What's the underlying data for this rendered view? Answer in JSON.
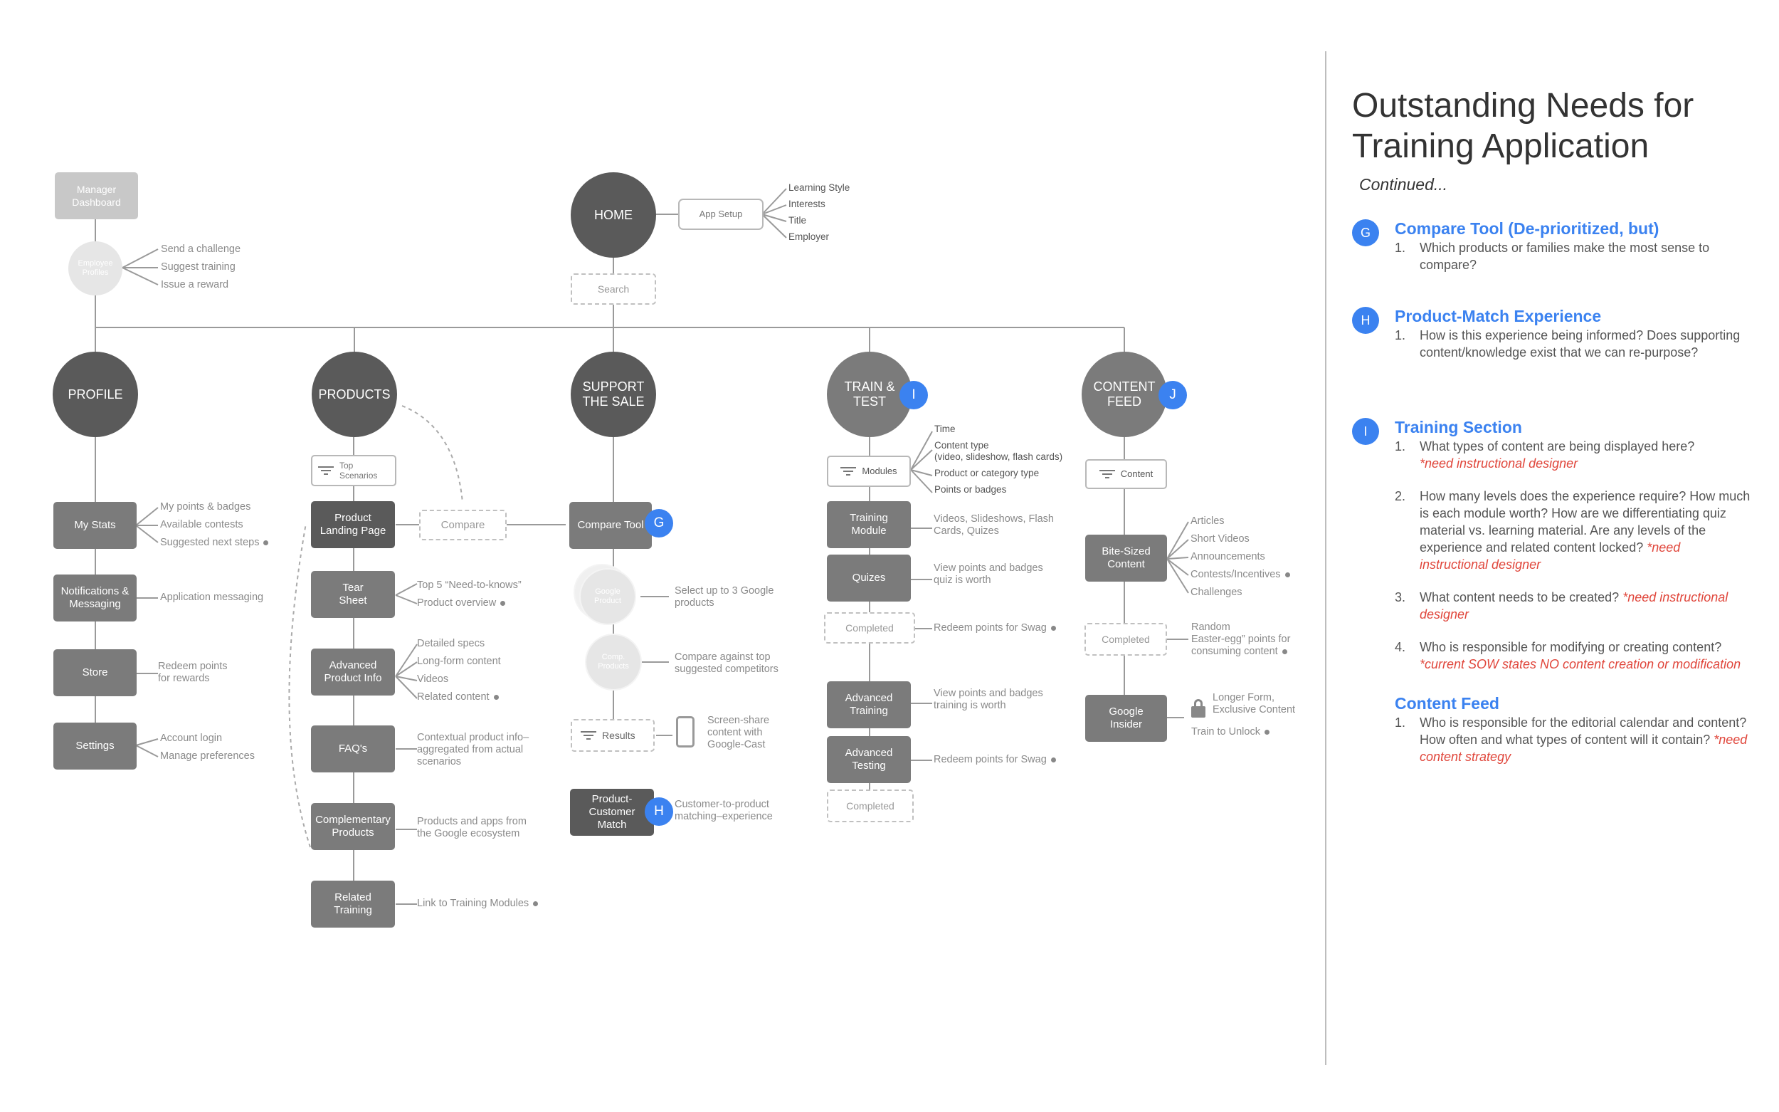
{
  "home": {
    "title": "HOME",
    "app_setup": "App Setup",
    "setup_items": [
      "Learning Style",
      "Interests",
      "Title",
      "Employer"
    ],
    "search": "Search"
  },
  "manager": {
    "dashboard": "Manager\nDashboard",
    "employee_profiles": "Employee\nProfiles",
    "actions": [
      "Send a challenge",
      "Suggest training",
      "Issue a reward"
    ]
  },
  "profile": {
    "title": "PROFILE",
    "items": [
      {
        "label": "My Stats",
        "notes": [
          "My points & badges",
          "Available contests",
          "Suggested next steps"
        ]
      },
      {
        "label": "Notifications &\nMessaging",
        "notes": [
          "Application messaging"
        ]
      },
      {
        "label": "Store",
        "notes": [
          "Redeem points\nfor rewards"
        ]
      },
      {
        "label": "Settings",
        "notes": [
          "Account login",
          "Manage preferences"
        ]
      }
    ]
  },
  "products": {
    "title": "PRODUCTS",
    "top_scenarios": "Top\nScenarios",
    "compare": "Compare",
    "items": [
      {
        "label": "Product\nLanding Page",
        "notes": []
      },
      {
        "label": "Tear\nSheet",
        "notes": [
          "Top 5 “Need-to-knows”",
          "Product overview"
        ]
      },
      {
        "label": "Advanced\nProduct Info",
        "notes": [
          "Detailed specs",
          "Long-form content",
          "Videos",
          "Related content"
        ]
      },
      {
        "label": "FAQ's",
        "notes": [
          "Contextual product info–\naggregated from actual\nscenarios"
        ]
      },
      {
        "label": "Complementary\nProducts",
        "notes": [
          "Products and apps from\nthe Google ecosystem"
        ]
      },
      {
        "label": "Related\nTraining",
        "notes": [
          "Link to Training Modules"
        ]
      }
    ]
  },
  "support": {
    "title": "SUPPORT\nTHE SALE",
    "compare_tool": "Compare Tool",
    "badge_g": "G",
    "google_product": "Google\nProduct",
    "google_product_note": "Select up to 3 Google\nproducts",
    "comp_products": "Comp.\nProducts",
    "comp_note": "Compare against top\nsuggested competitors",
    "results": "Results",
    "screen_share": "Screen-share\ncontent with\nGoogle-Cast",
    "match": "Product-\nCustomer\nMatch",
    "badge_h": "H",
    "match_note": "Customer-to-product\nmatching–experience"
  },
  "train": {
    "title": "TRAIN &\nTEST",
    "badge": "I",
    "modules": "Modules",
    "module_notes": [
      "Time",
      "Content type\n(video, slideshow, flash cards)",
      "Product or category type",
      "Points or badges"
    ],
    "training_module": "Training\nModule",
    "training_note": "Videos, Slideshows, Flash\nCards, Quizes",
    "quizes": "Quizes",
    "quizes_note": "View points and badges\nquiz is worth",
    "completed": "Completed",
    "completed_note": "Redeem points for Swag",
    "adv_training": "Advanced\nTraining",
    "adv_training_note": "View points and badges\ntraining is worth",
    "adv_testing": "Advanced\nTesting",
    "adv_testing_note": "Redeem points for Swag",
    "completed2": "Completed"
  },
  "content": {
    "title": "CONTENT\nFEED",
    "badge": "J",
    "content": "Content",
    "bite": "Bite-Sized\nContent",
    "bite_notes": [
      "Articles",
      "Short Videos",
      "Announcements",
      "Contests/Incentives",
      "Challenges"
    ],
    "completed": "Completed",
    "completed_note": "Random\nEaster-egg” points for\nconsuming content",
    "insider": "Google\nInsider",
    "insider_notes": [
      "Longer Form,\nExclusive Content",
      "Train to Unlock"
    ]
  },
  "panel": {
    "title": "Outstanding Needs for\nTraining Application",
    "subtitle": "Continued...",
    "sections": [
      {
        "badge": "G",
        "heading": "Compare Tool (De-prioritized, but)",
        "items": [
          {
            "n": "1.",
            "text": "Which products or families make the most sense to compare?",
            "note": ""
          }
        ]
      },
      {
        "badge": "H",
        "heading": "Product-Match Experience",
        "items": [
          {
            "n": "1.",
            "text": "How is this experience being informed? Does supporting content/knowledge exist that we can re-purpose?",
            "note": ""
          }
        ]
      },
      {
        "badge": "I",
        "heading": "Training Section",
        "items": [
          {
            "n": "1.",
            "text": "What types of content are being displayed here?",
            "note": "*need instructional designer"
          },
          {
            "n": "2.",
            "text": "How many levels does the experience require? How much is each module worth? How are we differentiating quiz material vs. learning material. Are any levels of the experience and related content locked?",
            "note": "*need instructional designer"
          },
          {
            "n": "3.",
            "text": "What content needs to be created?",
            "note": "*need instructional designer"
          },
          {
            "n": "4.",
            "text": "Who is responsible for modifying or creating content?",
            "note": "*current SOW states NO content creation or modification"
          }
        ]
      },
      {
        "badge": "",
        "heading": "Content Feed",
        "items": [
          {
            "n": "1.",
            "text": "Who is responsible for the editorial calendar and content? How often and what types of content will it contain?",
            "note": "*need content strategy"
          }
        ]
      }
    ]
  }
}
